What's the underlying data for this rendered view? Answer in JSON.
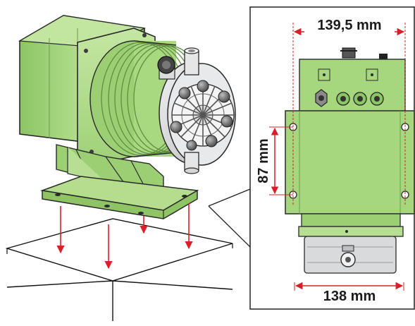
{
  "dimensions": {
    "top_width": "139,5 mm",
    "bottom_width": "138 mm",
    "hole_spacing": "87 mm"
  },
  "colors": {
    "pump_green": "#a6d67e",
    "pump_green_dark": "#7fb35a",
    "pump_green_light": "#c8e8a6",
    "outline": "#2a2a2a",
    "arrow_red": "#d8202a",
    "head_grey": "#d9dadb"
  }
}
